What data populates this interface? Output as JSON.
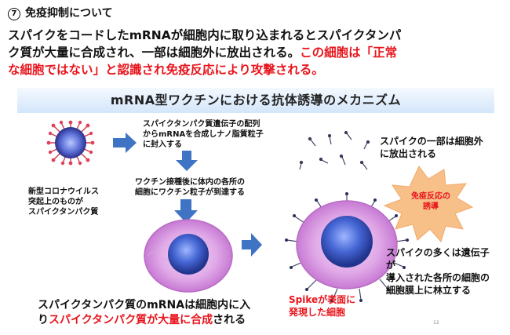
{
  "heading": {
    "number": "7",
    "title": "免疫抑制について"
  },
  "intro": {
    "line1": "スパイクをコードしたmRNAが細胞内に取り込まれるとスパイクタンパ",
    "line2_black": "ク質が大量に合成され、一部は細胞外に放出される。",
    "line2_red": "この細胞は「正常",
    "line3_red": "な細胞ではない」と認識され免疫反応により攻撃される。"
  },
  "slide": {
    "title": "mRNA型ワクチンにおける抗体誘導のメカニズム",
    "virus_label": [
      "新型コロナウイルス",
      "突起上のものが",
      "スパイクタンパク質"
    ],
    "step1": [
      "スパイクタンパク質遺伝子の配列",
      "からmRNAを合成しナノ脂質粒子",
      "に封入する"
    ],
    "step2": [
      "ワクチン接種後に体内の各所の",
      "細胞にワクチン粒子が到達する"
    ],
    "released": [
      "スパイクの一部は細胞外",
      "に放出される"
    ],
    "burst": [
      "免疫反応の",
      "誘導"
    ],
    "membrane": [
      "スパイクの多くは遺伝子が",
      "導入された各所の細胞の",
      "細胞膜上に林立する"
    ],
    "bottom_line1": "スパイクタンパク質のmRNAは細胞内に入",
    "bottom_line2_a": "り",
    "bottom_line2_red": "スパイクタンパク質が大量に合成",
    "bottom_line2_b": "される",
    "spike_cell": [
      "Spikeが表面に",
      "発現した細胞"
    ],
    "page_number": "12"
  },
  "colors": {
    "accent_red": "#e8141c",
    "arrow_blue": "#3f73c4",
    "burst_orange": "#f7c089",
    "cell_pink": "#d99be0",
    "nucleus_blue": "#3a5fc8"
  }
}
